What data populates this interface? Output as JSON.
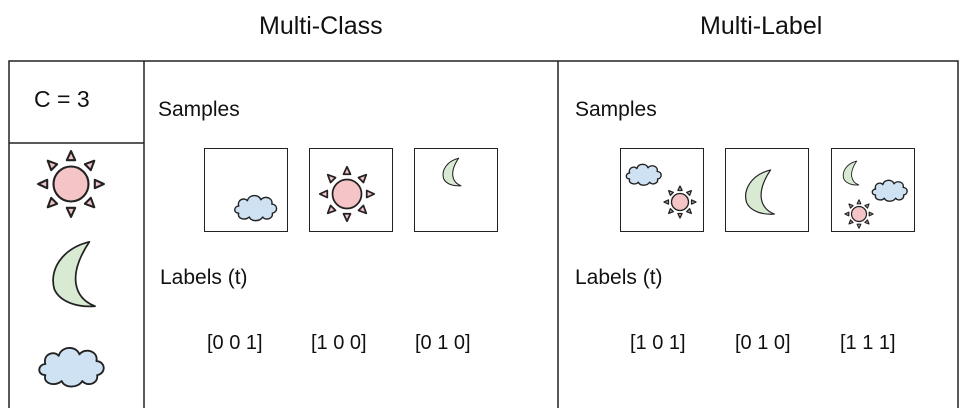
{
  "columns": {
    "multi_class": "Multi-Class",
    "multi_label": "Multi-Label"
  },
  "legend": {
    "class_count": "C = 3",
    "classes": [
      "sun-icon",
      "moon-icon",
      "cloud-icon"
    ]
  },
  "multi_class": {
    "samples_label": "Samples",
    "labels_label": "Labels (t)",
    "samples": [
      {
        "icons": [
          "cloud-icon"
        ],
        "target": "[0 0 1]"
      },
      {
        "icons": [
          "sun-icon"
        ],
        "target": "[1 0 0]"
      },
      {
        "icons": [
          "moon-icon"
        ],
        "target": "[0 1 0]"
      }
    ]
  },
  "multi_label": {
    "samples_label": "Samples",
    "labels_label": "Labels (t)",
    "samples": [
      {
        "icons": [
          "cloud-icon",
          "sun-icon"
        ],
        "target": "[1 0 1]"
      },
      {
        "icons": [
          "moon-icon"
        ],
        "target": "[0 1 0]"
      },
      {
        "icons": [
          "moon-icon",
          "cloud-icon",
          "sun-icon"
        ],
        "target": "[1 1 1]"
      }
    ]
  },
  "colors": {
    "sun_fill": "#f4c4c6",
    "moon_fill": "#d9ead3",
    "cloud_fill": "#cfe2f3",
    "outline": "#222222"
  }
}
